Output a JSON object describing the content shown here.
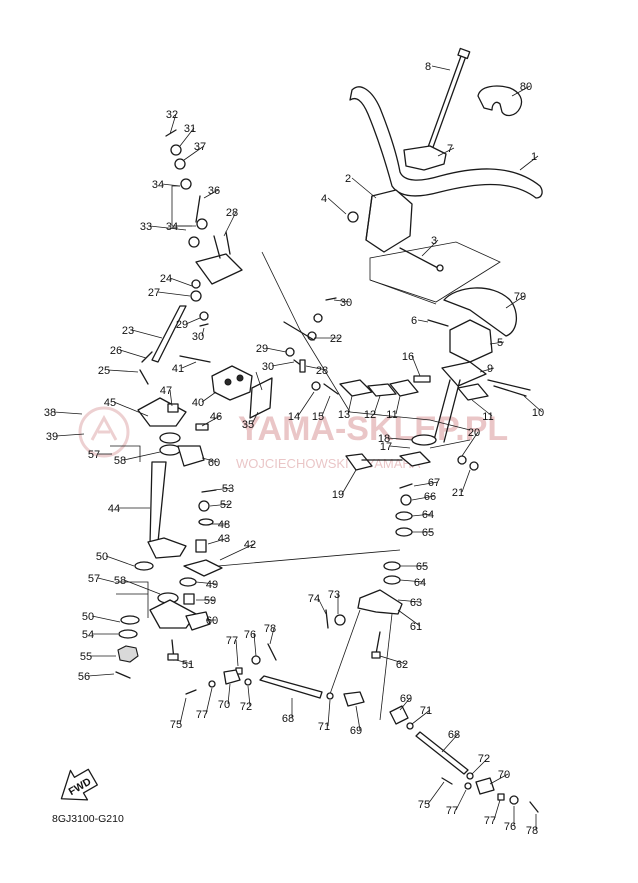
{
  "diagram_code": "8GJ3100-G210",
  "fwd_label": "FWD",
  "watermark": {
    "title": "YAMA-SKLEP.PL",
    "subtitle": "WOJCIECHOWSKI ... YAMAHA"
  },
  "callouts": [
    "1",
    "2",
    "3",
    "4",
    "5",
    "6",
    "7",
    "8",
    "9",
    "10",
    "11",
    "11",
    "12",
    "13",
    "14",
    "15",
    "16",
    "17",
    "18",
    "19",
    "20",
    "21",
    "22",
    "23",
    "24",
    "25",
    "26",
    "27",
    "28",
    "28",
    "29",
    "29",
    "30",
    "30",
    "30",
    "31",
    "32",
    "33",
    "34",
    "34",
    "35",
    "36",
    "37",
    "38",
    "39",
    "40",
    "41",
    "42",
    "43",
    "44",
    "45",
    "46",
    "47",
    "48",
    "49",
    "50",
    "50",
    "51",
    "52",
    "53",
    "54",
    "55",
    "56",
    "57",
    "57",
    "58",
    "58",
    "59",
    "60",
    "60",
    "61",
    "62",
    "63",
    "64",
    "64",
    "65",
    "65",
    "66",
    "67",
    "68",
    "68",
    "69",
    "69",
    "70",
    "70",
    "71",
    "71",
    "72",
    "72",
    "73",
    "74",
    "75",
    "75",
    "76",
    "76",
    "77",
    "77",
    "77",
    "77",
    "78",
    "78",
    "79",
    "80"
  ],
  "colors": {
    "line": "#1a1a1a",
    "watermark": "#d9989b",
    "background": "#ffffff"
  }
}
